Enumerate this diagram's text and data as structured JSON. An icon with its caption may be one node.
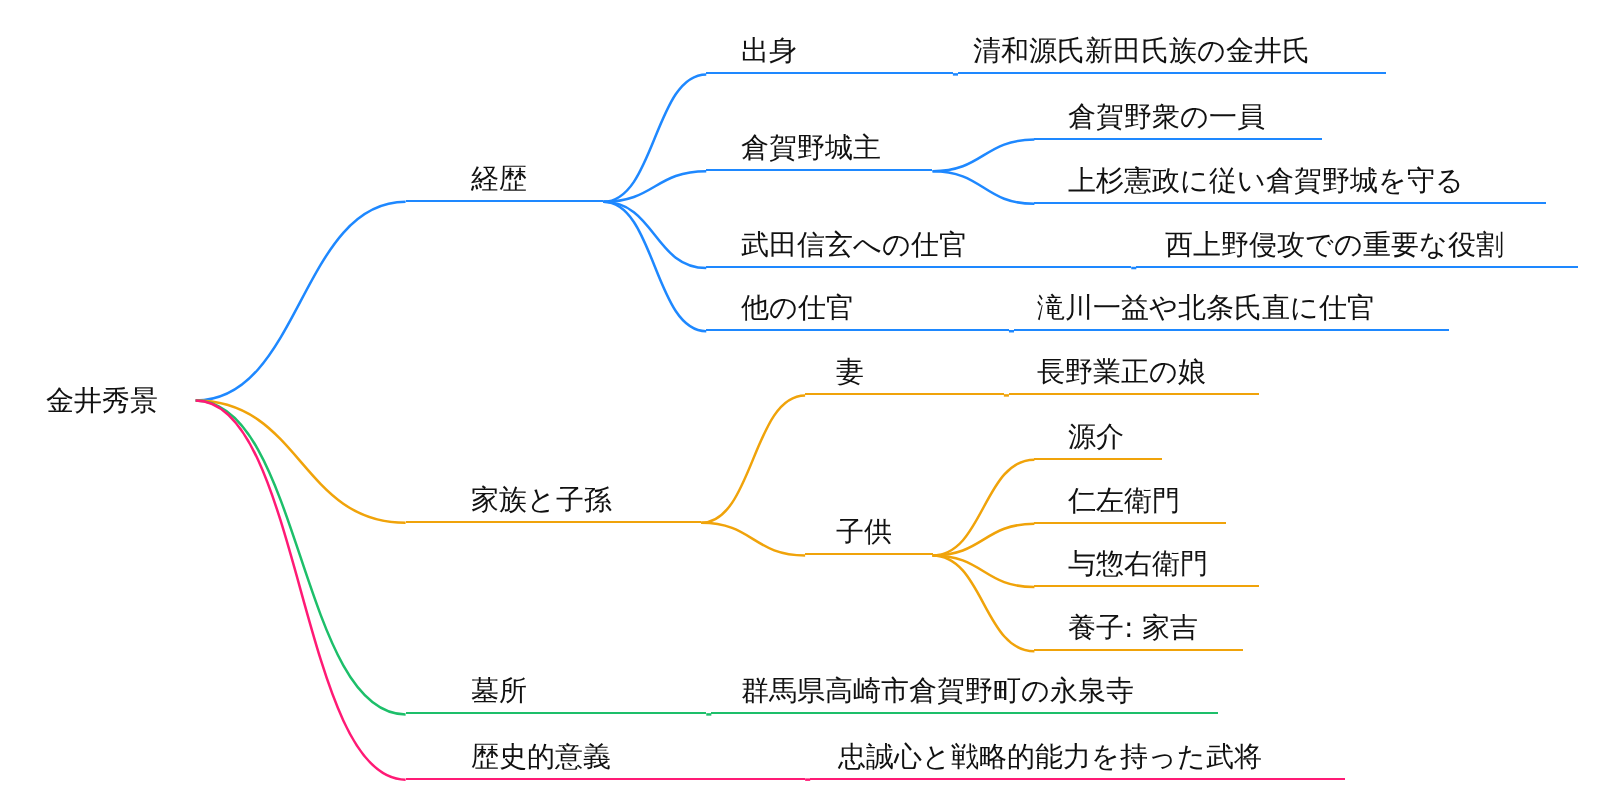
{
  "diagram": {
    "nodes": [
      {
        "text": [
          "金井秀景"
        ]
      },
      {
        "text": [
          "経歴"
        ]
      },
      {
        "text": [
          "出身"
        ]
      },
      {
        "text": [
          "清和源氏新田氏族の金井氏"
        ]
      },
      {
        "text": [
          "倉賀野城主"
        ]
      },
      {
        "text": [
          "倉賀野衆の一員"
        ]
      },
      {
        "text": [
          "上杉憲政に従い倉賀野城を守る"
        ]
      },
      {
        "text": [
          "武田信玄への仕官"
        ]
      },
      {
        "text": [
          "西上野侵攻での重要な役割"
        ]
      },
      {
        "text": [
          "他の仕官"
        ]
      },
      {
        "text": [
          "滝川一益や北条氏直に仕官"
        ]
      },
      {
        "text": [
          "家族と子孫"
        ]
      },
      {
        "text": [
          "妻"
        ]
      },
      {
        "text": [
          "長野業正の娘"
        ]
      },
      {
        "text": [
          "子供"
        ]
      },
      {
        "text": [
          "源介"
        ]
      },
      {
        "text": [
          "仁左衛門"
        ]
      },
      {
        "text": [
          "与惣右衛門"
        ]
      },
      {
        "text": [
          "養子: 家吉"
        ]
      },
      {
        "text": [
          "墓所"
        ]
      },
      {
        "text": [
          "群馬県高崎市倉賀野町の永泉寺"
        ]
      },
      {
        "text": [
          "歴史的意義"
        ]
      },
      {
        "text": [
          "忠誠心と戦略的能力を持った武将"
        ]
      }
    ],
    "edges": [
      {
        "from": 0,
        "to": 1,
        "arrow": "none"
      },
      {
        "from": 0,
        "to": 11,
        "arrow": "none",
        "color": "#f0a30a"
      },
      {
        "from": 0,
        "to": 19,
        "arrow": "none",
        "color": "#1dbf6a"
      },
      {
        "from": 0,
        "to": 21,
        "arrow": "none",
        "color": "#ff1a75"
      },
      {
        "from": 1,
        "to": 2,
        "arrow": "none"
      },
      {
        "from": 1,
        "to": 4,
        "arrow": "none"
      },
      {
        "from": 1,
        "to": 7,
        "arrow": "none"
      },
      {
        "from": 1,
        "to": 9,
        "arrow": "none"
      },
      {
        "from": 2,
        "to": 3,
        "arrow": "none"
      },
      {
        "from": 4,
        "to": 5,
        "arrow": "none"
      },
      {
        "from": 4,
        "to": 6,
        "arrow": "none"
      },
      {
        "from": 7,
        "to": 8,
        "arrow": "none"
      },
      {
        "from": 9,
        "to": 10,
        "arrow": "none"
      },
      {
        "from": 11,
        "to": 12,
        "arrow": "none",
        "color": "#f0a30a"
      },
      {
        "from": 11,
        "to": 14,
        "arrow": "none",
        "color": "#f0a30a"
      },
      {
        "from": 12,
        "to": 13,
        "arrow": "none",
        "color": "#f0a30a"
      },
      {
        "from": 14,
        "to": 15,
        "arrow": "none",
        "color": "#f0a30a"
      },
      {
        "from": 14,
        "to": 16,
        "arrow": "none",
        "color": "#f0a30a"
      },
      {
        "from": 14,
        "to": 17,
        "arrow": "none",
        "color": "#f0a30a"
      },
      {
        "from": 14,
        "to": 18,
        "arrow": "none",
        "color": "#f0a30a"
      },
      {
        "from": 19,
        "to": 20,
        "arrow": "none",
        "color": "#1dbf6a"
      },
      {
        "from": 21,
        "to": 22,
        "arrow": "none",
        "color": "#ff1a75"
      }
    ]
  }
}
